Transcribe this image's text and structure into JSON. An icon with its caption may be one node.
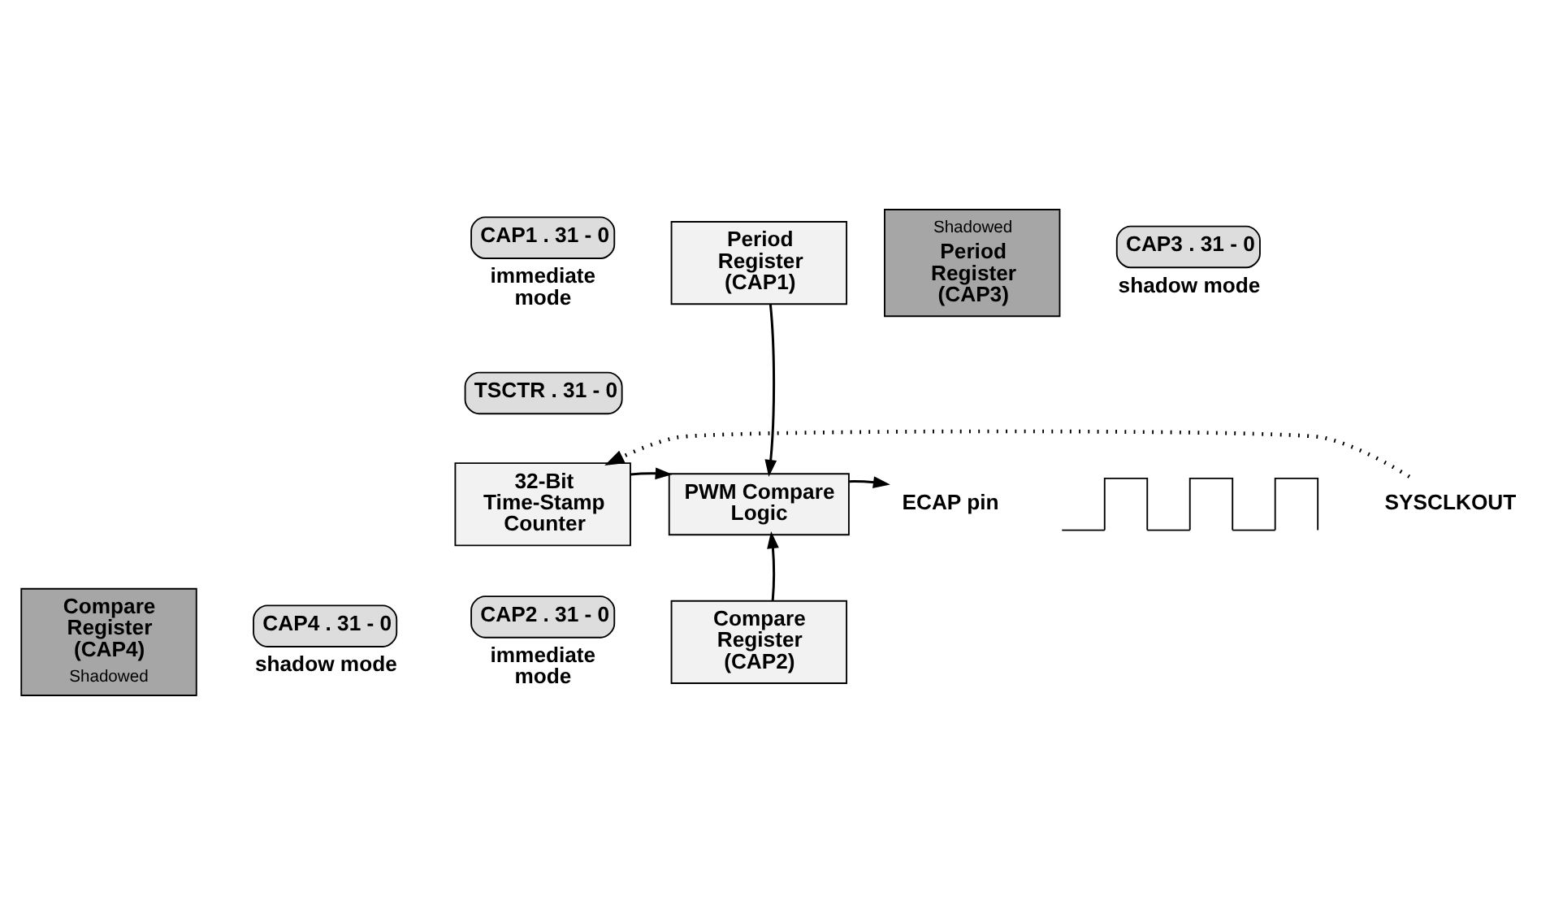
{
  "diagram": {
    "nodes": [
      {
        "text": [
          "CAP1 . 31 - 0"
        ],
        "beside": [
          "immediate mode"
        ]
      },
      {
        "text": [
          "Shadowed",
          "Period Register (CAP3)"
        ]
      },
      {
        "text": [
          "Period Register (CAP1)"
        ]
      },
      {
        "text": [
          "CAP3 . 31 - 0"
        ],
        "beside": [
          "shadow mode"
        ]
      },
      {
        "text": [
          "TSCTR . 31 - 0"
        ]
      },
      {
        "text": [
          "32-Bit Time-Stamp Counter"
        ]
      },
      {
        "text": [
          "PWM Compare Logic"
        ]
      },
      {
        "text": [
          "ECAP pin"
        ]
      },
      {
        "text": [],
        "shape": "picture"
      },
      {
        "text": [
          "SYSCLKOUT"
        ]
      },
      {
        "text": [
          "CAP2 . 31 - 0"
        ],
        "beside": [
          "immediate mode"
        ]
      },
      {
        "text": [
          "Compare Register (CAP2)"
        ]
      },
      {
        "text": [
          "Compare Register (CAP4)",
          "Shadowed"
        ]
      },
      {
        "text": [
          "CAP4 . 31 - 0"
        ],
        "beside": [
          "shadow mode"
        ]
      }
    ],
    "edges": [
      {
        "from": 9,
        "to": 5,
        "arrow": "to",
        "style": "dashed"
      },
      {
        "from": 5,
        "to": 6,
        "arrow": "to"
      },
      {
        "from": 2,
        "to": 6,
        "arrow": "to"
      },
      {
        "from": 11,
        "to": 6,
        "arrow": "to"
      },
      {
        "from": 6,
        "to": 7,
        "arrow": "to"
      }
    ]
  }
}
